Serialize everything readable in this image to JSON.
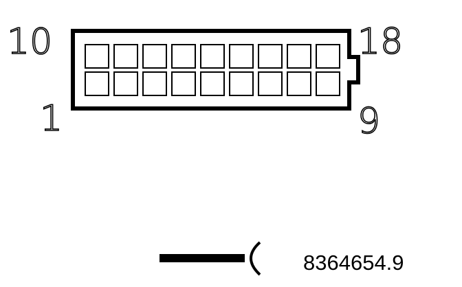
{
  "connector": {
    "pin_labels": {
      "top_left": "10",
      "top_right": "18",
      "bottom_left": "1",
      "bottom_right": "9"
    },
    "rows": 2,
    "columns": 9
  },
  "wire": {
    "part_number": "8364654.9"
  },
  "colors": {
    "line": "#000000",
    "background": "#ffffff"
  }
}
